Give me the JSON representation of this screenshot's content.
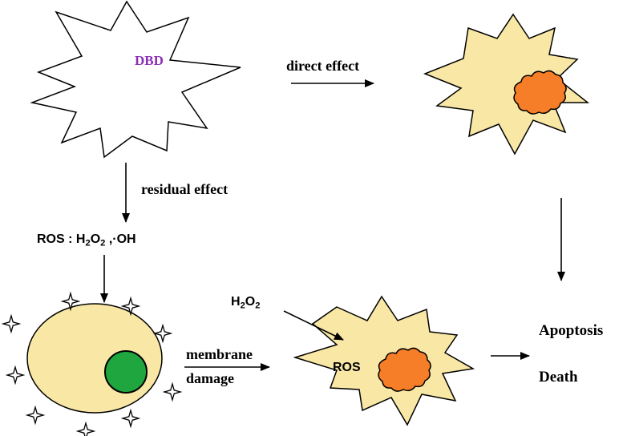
{
  "source": {
    "label": "DBD"
  },
  "edges": {
    "direct_effect": "direct effect",
    "residual_effect": "residual effect",
    "membrane_1": "membrane",
    "membrane_2": "damage"
  },
  "ros": {
    "prefix": "ROS   : H",
    "s1": "2",
    "o": "O",
    "s2": "2",
    "suffix": " ,·OH"
  },
  "h2o2": {
    "h": "H",
    "s1": "2",
    "o": "O",
    "s2": "2"
  },
  "cell": {
    "ros_label": "ROS"
  },
  "outcomes": {
    "apoptosis": "Apoptosis",
    "death": "Death"
  },
  "colors": {
    "cell_fill": "#f8e7a5",
    "nucleus_orange": "#f77e28",
    "nucleus_green": "#1fa63e",
    "dbd_label": "#8a2fb6"
  }
}
